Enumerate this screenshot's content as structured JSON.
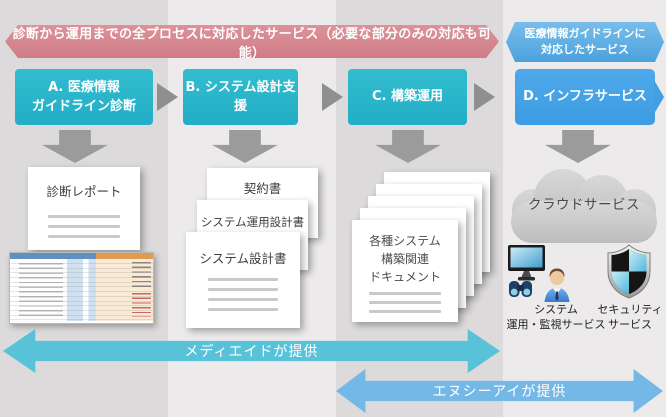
{
  "top_banner": {
    "text": "診断から運用までの全プロセスに対応したサービス（必要な部分のみの対応も可能）"
  },
  "side_banner": {
    "line1": "医療情報ガイドラインに",
    "line2": "対応したサービス"
  },
  "process": {
    "box_a": {
      "line1": "A. 医療情報",
      "line2": "ガイドライン診断"
    },
    "box_b": {
      "label": "B. システム設計支援"
    },
    "box_c": {
      "label": "C. 構築運用"
    },
    "box_d": {
      "label": "D. インフラサービス"
    }
  },
  "outputs": {
    "report_title": "診断レポート",
    "contract": "契約書",
    "ops_design": "システム運用設計書",
    "sys_design": "システム設計書",
    "c_doc": {
      "line1": "各種システム",
      "line2": "構築関連",
      "line3": "ドキュメント"
    },
    "cloud_label": "クラウドサービス",
    "monitoring": {
      "line1": "システム",
      "line2": "運用・監視サービス"
    },
    "security": {
      "line1": "セキュリティ",
      "line2": "サービス"
    }
  },
  "providers": {
    "mediaid": "メディエイドが提供",
    "nci": "エヌシーアイが提供"
  },
  "colors": {
    "banner_pink": "#d9868e",
    "banner_blue": "#57abe2",
    "process_teal": "#2ab3c9",
    "process_blue": "#44a3e8",
    "flow_arrow_gray": "#8f8f8f",
    "down_arrow_gray": "#9b9b9b",
    "provider_teal": "#58c2d9",
    "provider_blue": "#74b8e8",
    "band_dark": "#dcdada",
    "band_light": "#eceaea"
  }
}
